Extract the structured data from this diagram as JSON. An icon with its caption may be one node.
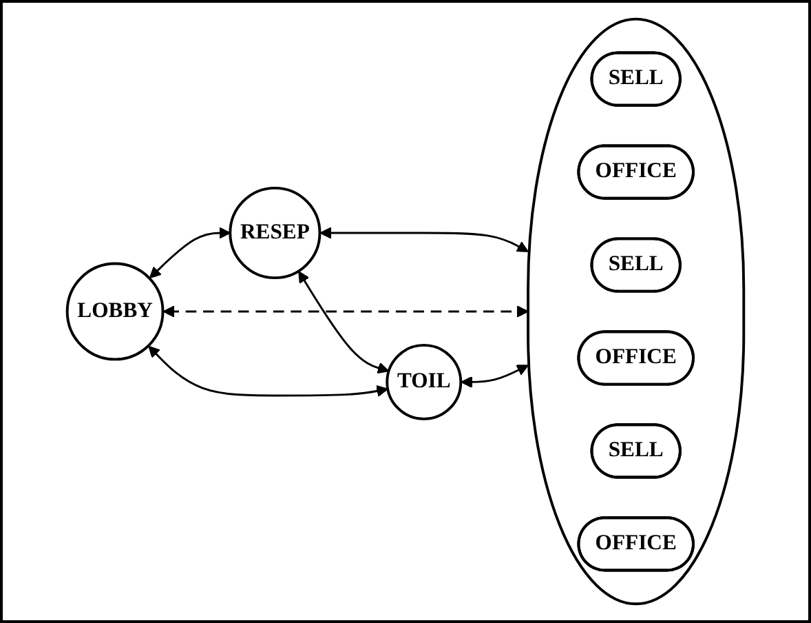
{
  "diagram": {
    "nodes": [
      {
        "text": [
          "RESEP"
        ]
      },
      {
        "text": [
          "LOBBY"
        ]
      },
      {
        "text": [],
        "shape": "ellipse"
      },
      {
        "text": [
          "SELL"
        ],
        "in": 2
      },
      {
        "text": [
          "OFFICE"
        ],
        "in": 2
      },
      {
        "text": [
          "SELL"
        ],
        "in": 2
      },
      {
        "text": [
          "OFFICE"
        ],
        "in": 2
      },
      {
        "text": [
          "SELL"
        ],
        "in": 2
      },
      {
        "text": [
          "OFFICE"
        ],
        "in": 2
      },
      {
        "text": [
          "TOIL"
        ]
      }
    ],
    "edges": [
      {
        "from": 1,
        "to": 0,
        "arrow": "both"
      },
      {
        "from": 0,
        "to": 2,
        "arrow": "both"
      },
      {
        "from": 1,
        "to": 2,
        "arrow": "both",
        "style": "dashed"
      },
      {
        "from": 0,
        "to": 9,
        "arrow": "both"
      },
      {
        "from": 1,
        "to": 9,
        "arrow": "both"
      },
      {
        "from": 9,
        "to": 2,
        "arrow": "both"
      }
    ]
  }
}
